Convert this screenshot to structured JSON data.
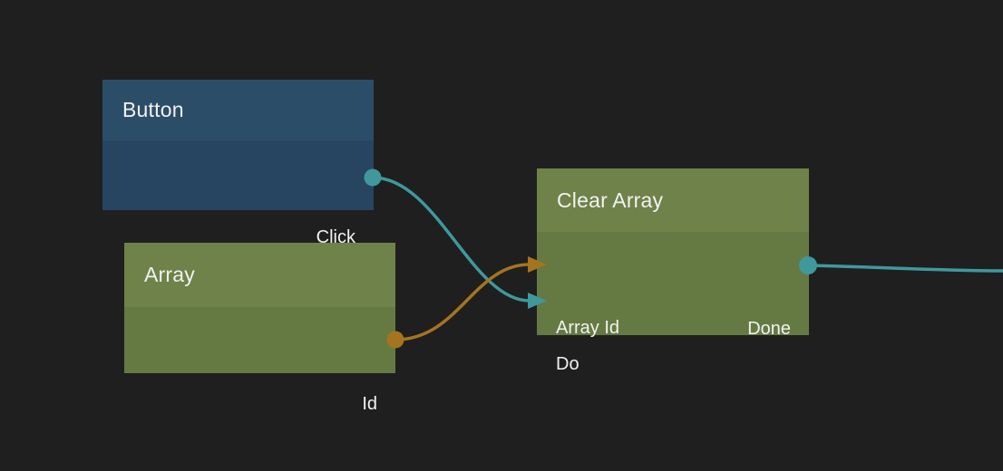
{
  "app": {
    "name": "visual-scripting node graph editor"
  },
  "colors": {
    "canvas_background": "#1f1f20",
    "text": "#f1f2f1",
    "wire_flow": "#3f999c",
    "wire_data": "#a5741f",
    "event_node_header": "#2c4d68",
    "event_node_body": "#274560",
    "action_node_header": "#6f8249",
    "action_node_body": "#657a42"
  },
  "nodes": [
    {
      "title": "Button",
      "header_color": "#2c4d68",
      "body_color": "#274560",
      "inputs": [],
      "outputs": [
        {
          "label": "Click",
          "port_color": "#3f999c",
          "port_shape": "circle"
        }
      ]
    },
    {
      "title": "Array",
      "header_color": "#6f8249",
      "body_color": "#657a42",
      "inputs": [],
      "outputs": [
        {
          "label": "Id",
          "port_color": "#a5741f",
          "port_shape": "circle"
        }
      ]
    },
    {
      "title": "Clear Array",
      "header_color": "#6f8249",
      "body_color": "#657a42",
      "inputs": [
        {
          "label": "Array Id",
          "port_color": "#a5741f",
          "port_shape": "arrow"
        },
        {
          "label": "Do",
          "port_color": "#3f999c",
          "port_shape": "arrow"
        }
      ],
      "outputs": [
        {
          "label": "Done",
          "port_color": "#3f999c",
          "port_shape": "circle"
        }
      ]
    }
  ],
  "connections": [
    {
      "from": "Button.Click",
      "to": "Clear Array.Do",
      "color": "#3f999c"
    },
    {
      "from": "Array.Id",
      "to": "Clear Array.Array Id",
      "color": "#a5741f"
    },
    {
      "from": "Clear Array.Done",
      "to": "off-canvas-right",
      "color": "#3f999c"
    }
  ]
}
